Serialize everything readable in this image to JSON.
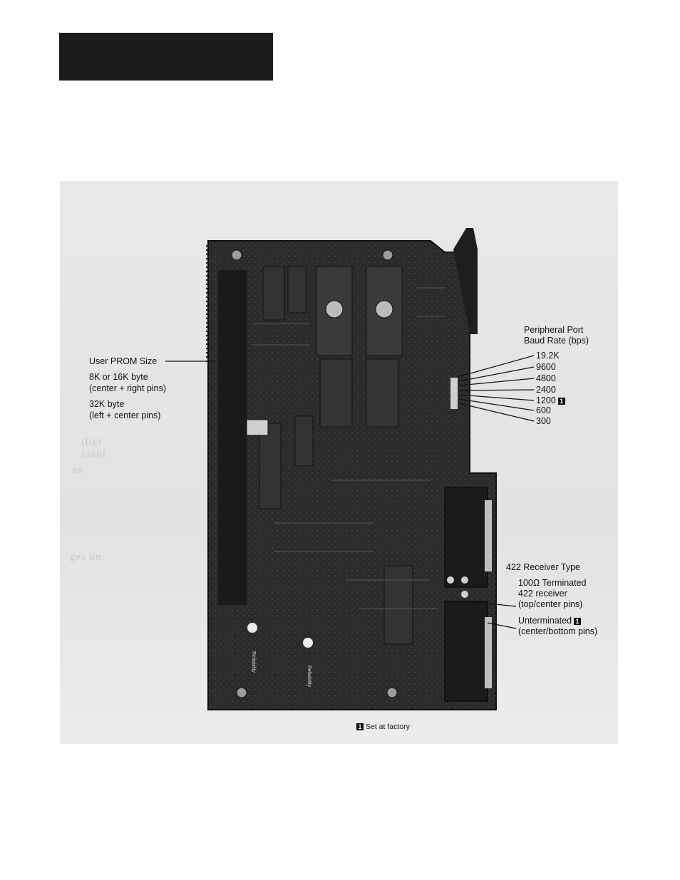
{
  "labels": {
    "user_prom_size": "User PROM Size",
    "prom_8k_16k_line1": "8K or 16K byte",
    "prom_8k_16k_line2": "(center + right pins)",
    "prom_32k_line1": "32K byte",
    "prom_32k_line2": "(left + center pins)",
    "peripheral_port_line1": "Peripheral Port",
    "peripheral_port_line2": "Baud Rate (bps)",
    "baud_rates": [
      "19.2K",
      "9600",
      "4800",
      "2400",
      "1200",
      "600",
      "300"
    ],
    "receiver_type": "422 Receiver Type",
    "terminated_line1": "100Ω Terminated",
    "terminated_line2": "422 receiver",
    "terminated_line3": "(top/center pins)",
    "unterminated_line1": "Unterminated",
    "unterminated_line2": "(center/bottom pins)",
    "note_marker": "1",
    "footnote": "Set at factory"
  },
  "board_markings": {
    "brand_1": "Reliability",
    "brand_2": "Reliability"
  },
  "colors": {
    "header_block": "#1c1c1c",
    "photo_background": "#e6e6e4",
    "board": "#2a2a2a"
  }
}
